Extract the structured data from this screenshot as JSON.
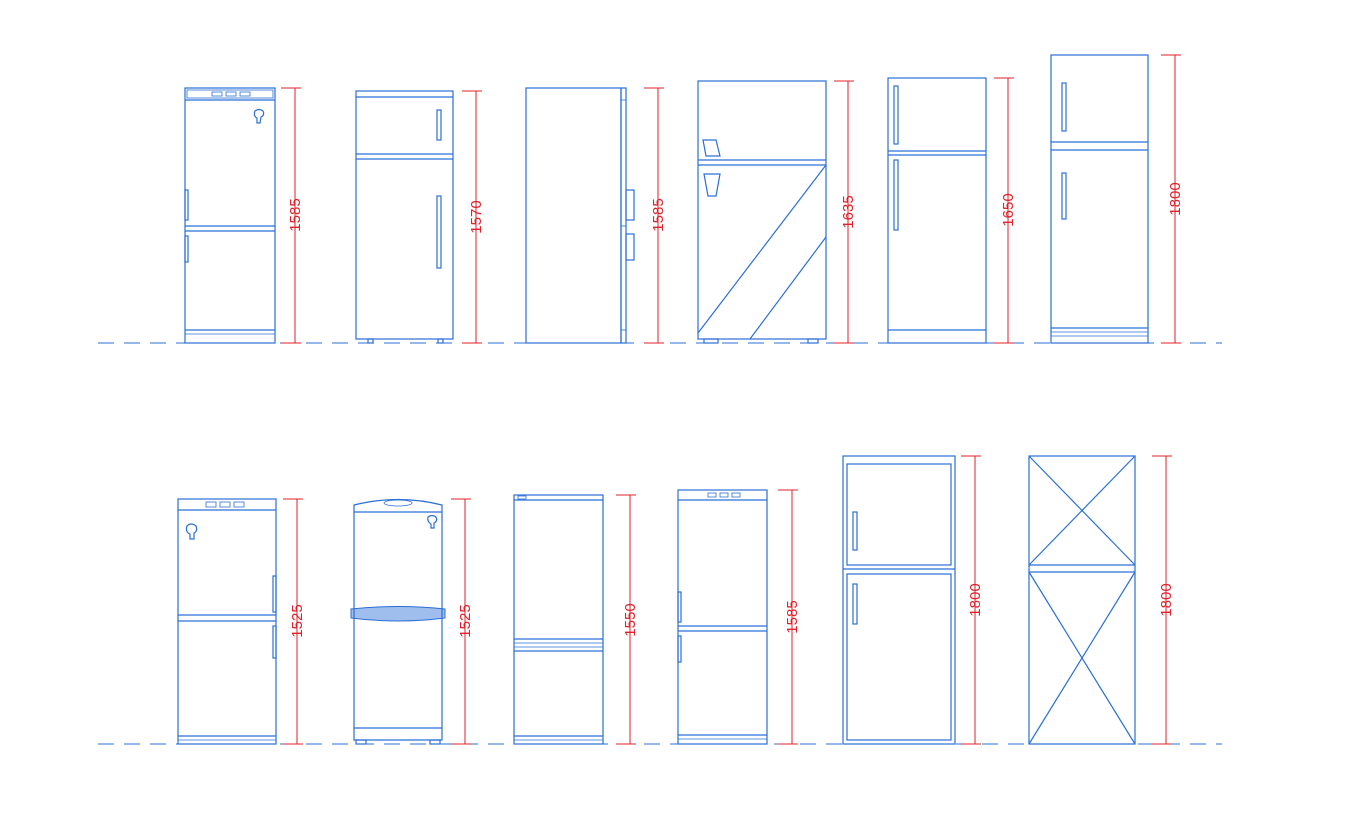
{
  "colors": {
    "outline": "#2b6fd6",
    "dimension": "#e0202a",
    "background": "#ffffff"
  },
  "dimensions": {
    "r1": [
      "1585",
      "1570",
      "1585",
      "1635",
      "1650",
      "1800"
    ],
    "r2": [
      "1525",
      "1525",
      "1550",
      "1585",
      "1800",
      "1800"
    ]
  }
}
